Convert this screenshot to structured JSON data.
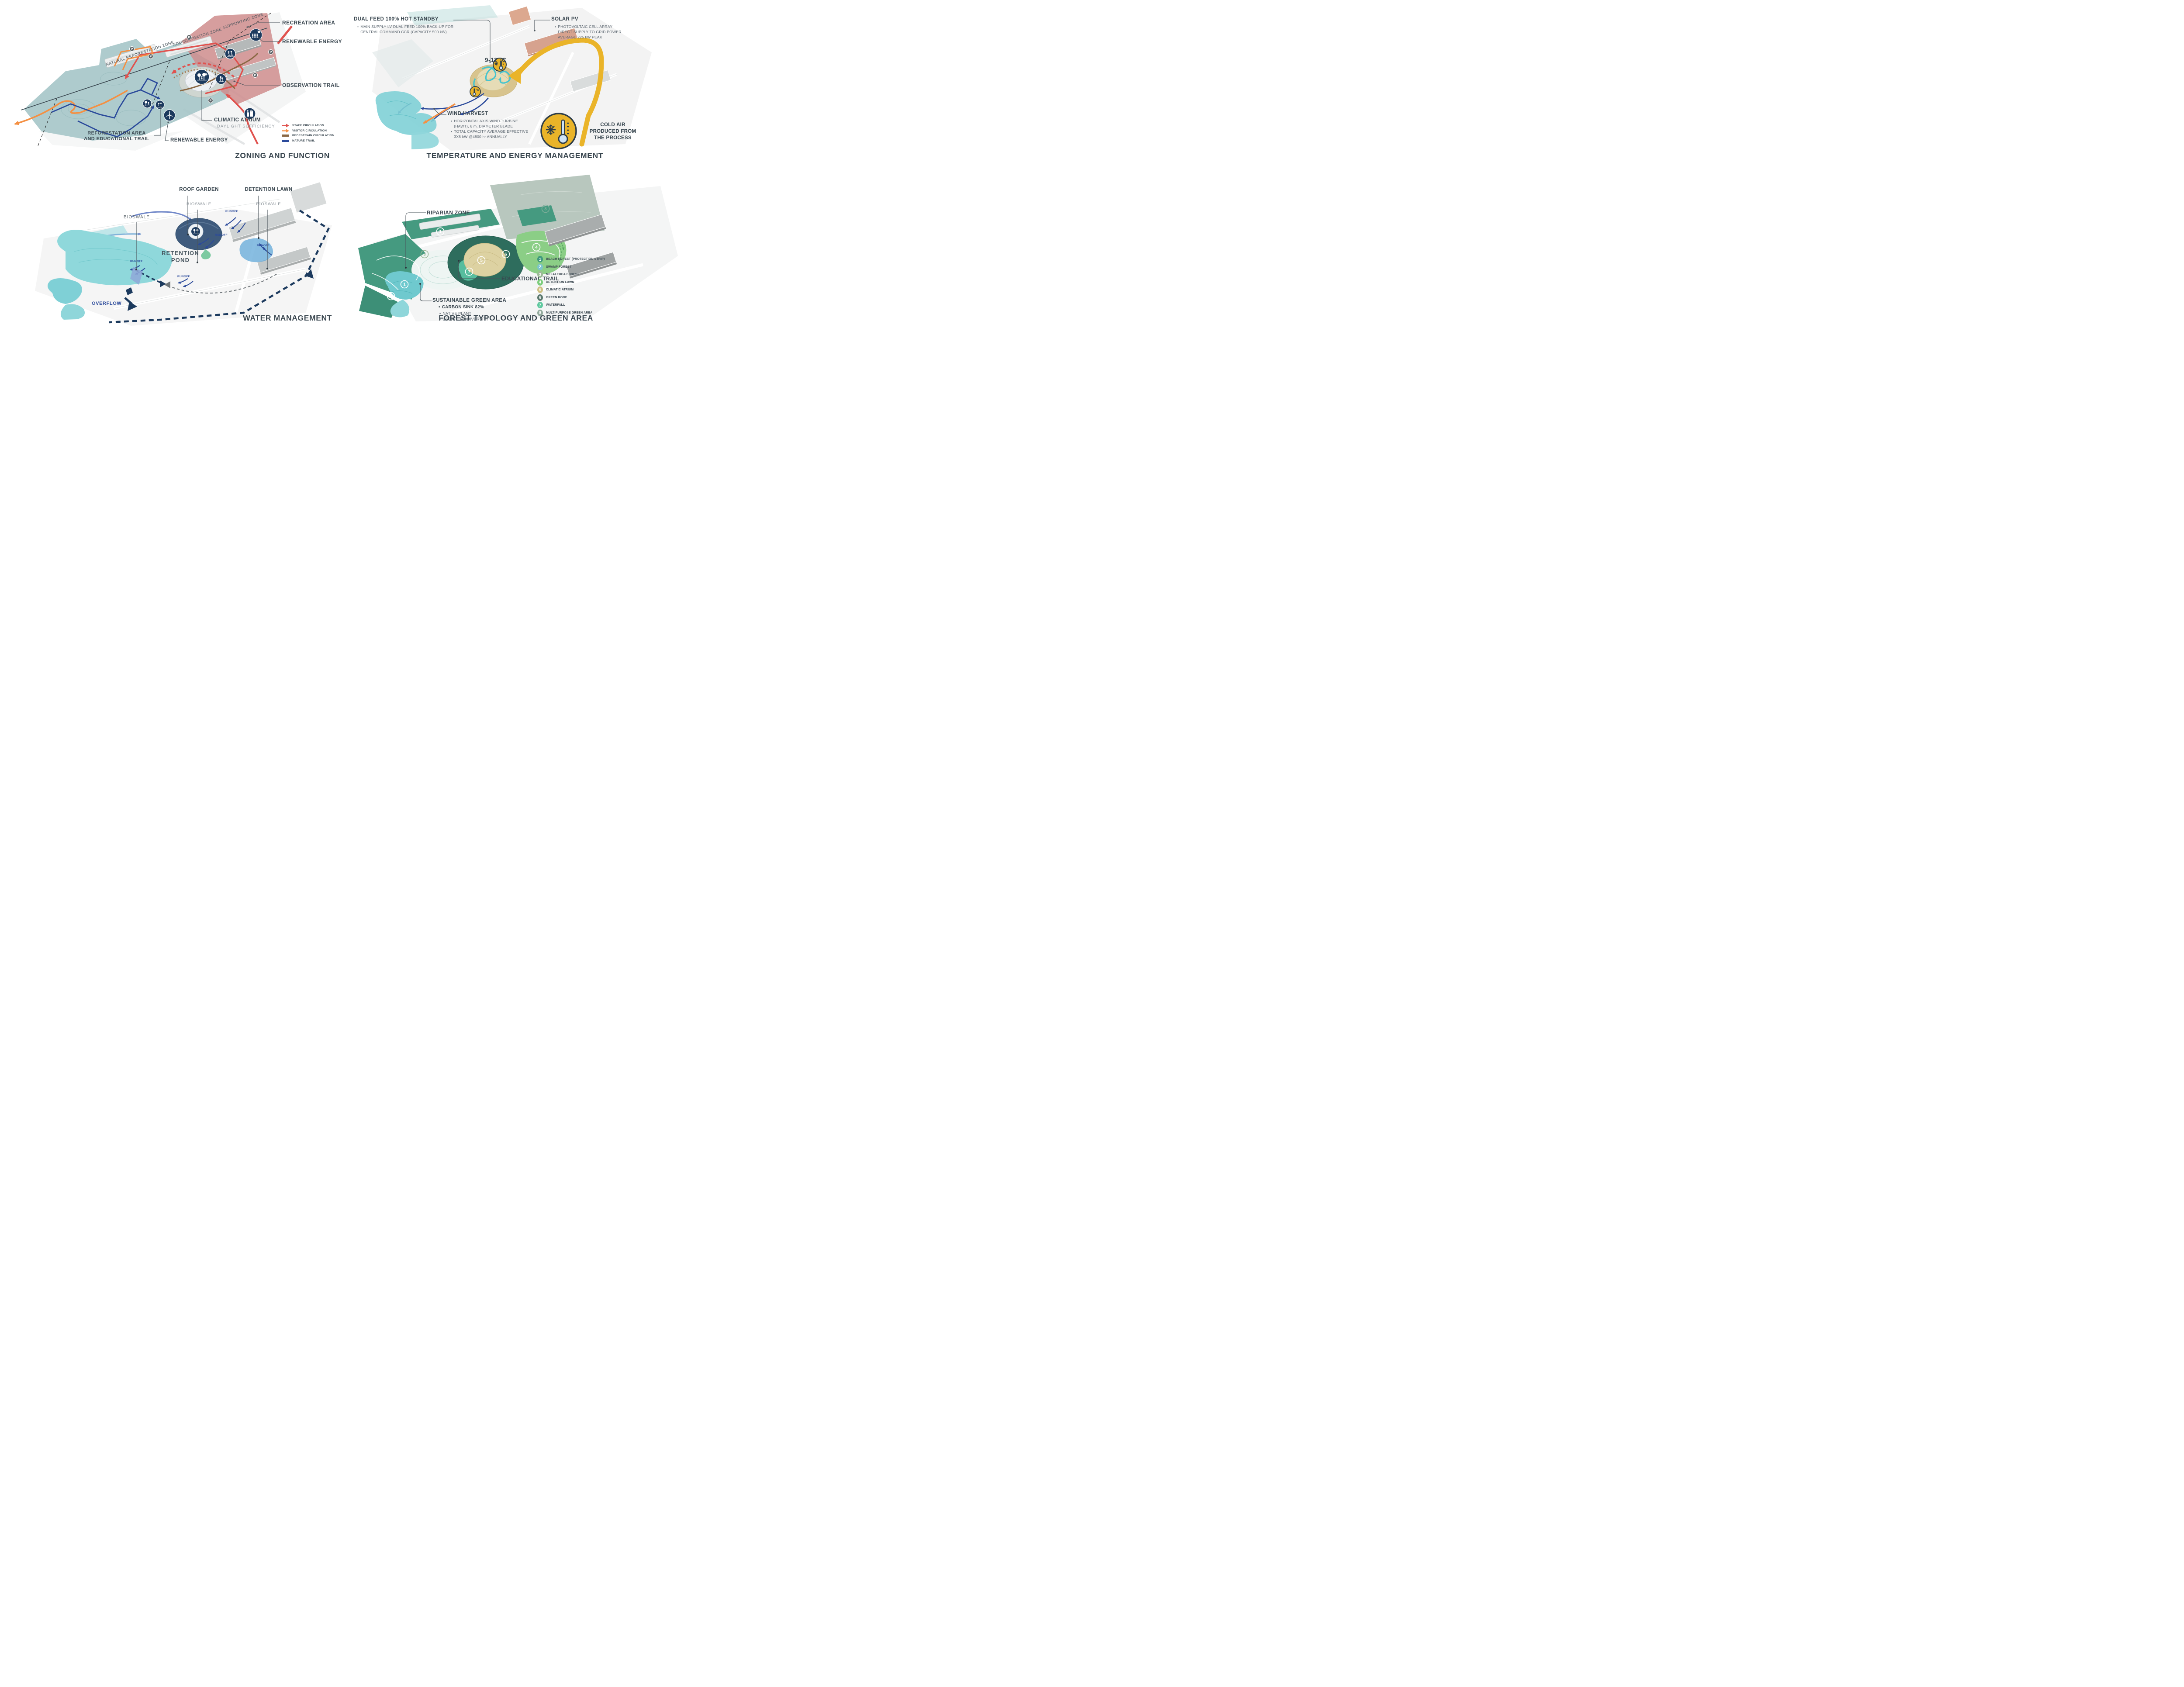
{
  "bullet_char": "•",
  "colors": {
    "ink": "#39464f",
    "gray_label": "#8d959b",
    "staff_red": "#e0524e",
    "visitor_orange": "#f49043",
    "pedestrian_brown": "#8a6844",
    "nature_navy": "#2b4a9b",
    "process_yellow": "#eab429",
    "teal_zone": "#a7c7c9",
    "red_zone": "#cf8d8d",
    "pond_teal": "#8fd8db",
    "icon_navy": "#1c3a5e"
  },
  "panels": {
    "zoning": {
      "title": "ZONING AND FUNCTION",
      "parking_badge": "P",
      "zones": [
        "NATURAL REFORESTATION ZONE",
        "ADMINISTRATION ZONE",
        "SUPPORTING ZONE"
      ],
      "callouts": {
        "recreation_area": "RECREATION AREA",
        "renewable_energy_top": "RENEWABLE ENERGY",
        "observation_trail": "OBSERVATION TRAIL",
        "climatic_atrium": "CLIMATIC ATRIUM",
        "daylight_sufficiency": "DAYLIGHT SUFFICIENCY",
        "reforestation_line1": "REFORESTATION AREA",
        "reforestation_line2": "AND EDUCATIONAL TRAIL",
        "renewable_energy_bottom": "RENEWABLE ENERGY"
      },
      "legend": [
        {
          "label": "STAFF CIRCULATION",
          "color": "#e0524e",
          "style": "arrow"
        },
        {
          "label": "VISITOR CIRCULATION",
          "color": "#f49043",
          "style": "arrow"
        },
        {
          "label": "PEDESTRAIN CIRCULATION",
          "color": "#8a6844",
          "style": "bar"
        },
        {
          "label": "NATURE TRAIL",
          "color": "#2b4a9b",
          "style": "bar"
        }
      ]
    },
    "temperature": {
      "title": "TEMPERATURE AND ENERGY MANAGEMENT",
      "dual_feed": {
        "heading": "DUAL FEED 100% HOT STANDBY",
        "bullet": "MAIN SUPPLY LV DUAL FEED 100% BACK-UP FOR CENTRAL COMMAND CCR (CAPACITY 500 kW)"
      },
      "solar_pv": {
        "heading": "SOLAR PV",
        "bullet": "PHOTOVOLTAIC CELL ARRAY DIRECT SUPPLY TO GRID POWER AVERAGE 225 kW PEAK"
      },
      "wind_harvest": {
        "heading": "WIND HARVEST",
        "bullets": [
          "HORIZONTAL AXIS WIND TURBINE (HAWT), 6 m. DIAMETER BLADE",
          "TOTAL CAPACITY AVERAGE EFFECTIVE 3X8 kW @4800 hr ANNUALLY"
        ]
      },
      "temp_range": "9-12 °C",
      "thermo_unit": "°C",
      "cold_air_lines": [
        "COLD AIR",
        "PRODUCED FROM",
        "THE PROCESS"
      ]
    },
    "water": {
      "title": "WATER MANAGEMENT",
      "roof_garden": "ROOF GARDEN",
      "roof_garden_sub": "BIOSWALE",
      "detention_lawn": "DETENTION LAWN",
      "detention_lawn_sub": "BIOSWALE",
      "bioswale_left": "BIOSWALE",
      "retention_line1": "RETENTION",
      "retention_line2": "POND",
      "overflow": "OVERFLOW",
      "runoff": "RUNOFF"
    },
    "forest": {
      "title": "FOREST TYPOLOGY AND GREEN AREA",
      "riparian_zone": "RIPARIAN ZONE",
      "educational_trail": "EDUCATIONAL TRAIL",
      "sustainable": {
        "heading": "SUSTAINABLE GREEN AREA",
        "bullet_main": "CARBON SINK 82%",
        "bullets": [
          "NATIVE PLANT",
          "CREATE BIODIVERSITY"
        ]
      },
      "legend": [
        {
          "num": "1",
          "label": "BEACH FOREST (PROTECTION STRIP)",
          "color": "#3f9a7c"
        },
        {
          "num": "2",
          "label": "SWAMP FOREST",
          "color": "#7cc5cb"
        },
        {
          "num": "3",
          "label": "MELALEUCA FOREST",
          "color": "#9cba97"
        },
        {
          "num": "4",
          "label": "DETENTION LAWN",
          "color": "#7ccd7c"
        },
        {
          "num": "5",
          "label": "CLIMATIC ATRIUM",
          "color": "#cfc083"
        },
        {
          "num": "6",
          "label": "GREEN ROOF",
          "color": "#5d7a6f"
        },
        {
          "num": "7",
          "label": "WATERFALL",
          "color": "#5fc99f"
        },
        {
          "num": "8",
          "label": "MULTIPURPOSE GREEN AREA",
          "color": "#93ab9e"
        }
      ]
    }
  }
}
